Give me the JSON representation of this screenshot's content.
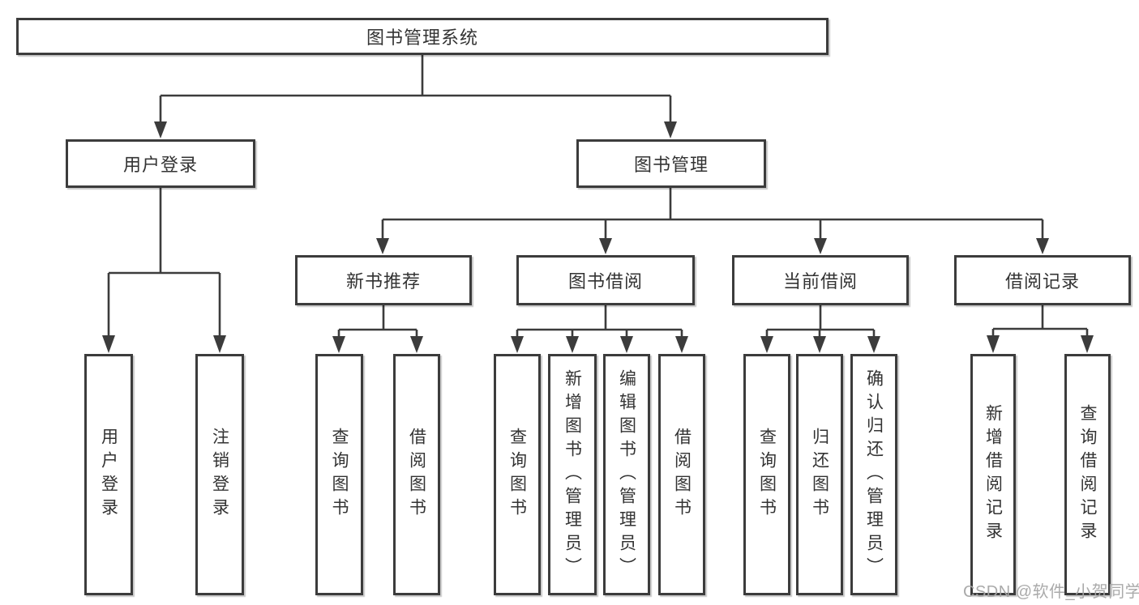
{
  "diagram": {
    "title": "图书管理系统",
    "level2": {
      "user_login": "用户登录",
      "book_management": "图书管理"
    },
    "user_login_children": [
      "用户登录",
      "注销登录"
    ],
    "book_management_children": [
      "新书推荐",
      "图书借阅",
      "当前借阅",
      "借阅记录"
    ],
    "new_book_children": [
      "查询图书",
      "借阅图书"
    ],
    "book_borrow_children": [
      "查询图书",
      "新增图书（管理员）",
      "编辑图书（管理员）",
      "借阅图书"
    ],
    "current_borrow_children": [
      "查询图书",
      "归还图书",
      "确认归还（管理员）"
    ],
    "borrow_record_children": [
      "新增借阅记录",
      "查询借阅记录"
    ],
    "watermark": "CSDN @软件_小贺同学",
    "colors": {
      "box_border": "#3c3c3c",
      "connector_line": "#3c3c3c",
      "text": "#333333",
      "watermark": "#a5a5a5",
      "background": "#ffffff"
    }
  }
}
